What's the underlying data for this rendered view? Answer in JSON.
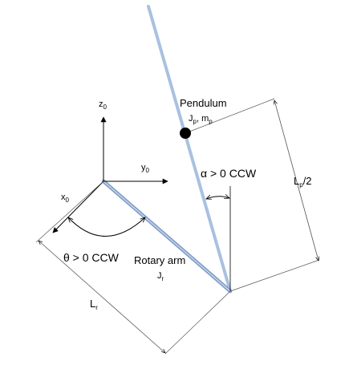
{
  "colors": {
    "link_blue": "#a9c1e0",
    "link_blue_dark": "#7f9bc7",
    "line_black": "#000000",
    "dim_gray": "#555555"
  },
  "labels": {
    "pendulum": "Pendulum",
    "pendulum_inertia": "J",
    "pendulum_inertia_sub": "p",
    "pendulum_sep": ", m",
    "pendulum_mass_sub": "p",
    "z_axis": "z",
    "z_axis_sub": "0",
    "y_axis": "y",
    "y_axis_sub": "0",
    "x_axis": "x",
    "x_axis_sub": "0",
    "alpha_angle": "α > 0 CCW",
    "theta_angle": "θ > 0 CCW",
    "rotary_arm": "Rotary arm",
    "rotary_inertia": "J",
    "rotary_inertia_sub": "r",
    "rotary_length": "L",
    "rotary_length_sub": "r",
    "pendulum_half_length": "L",
    "pendulum_half_length_sub": "p",
    "pendulum_half_length_tail": "/2"
  },
  "icons": {
    "mass": "filled-circle-icon",
    "arrowhead": "arrowhead-icon"
  }
}
